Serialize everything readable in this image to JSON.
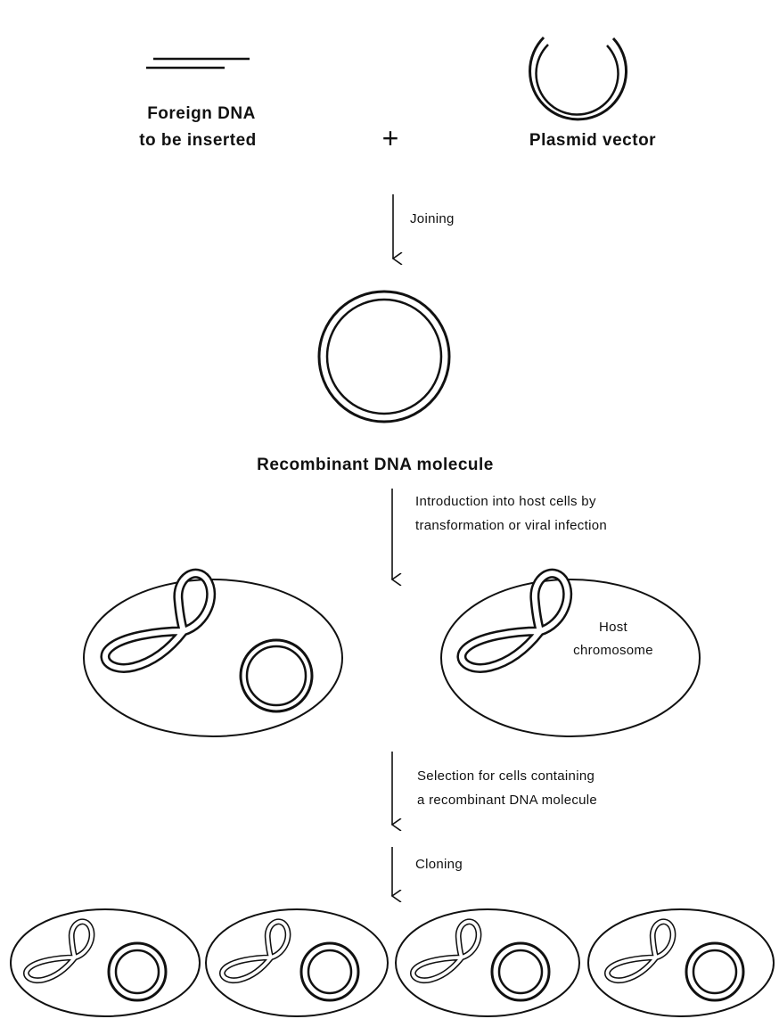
{
  "labels": {
    "foreign_dna_line1": "Foreign DNA",
    "foreign_dna_line2": "to be inserted",
    "plus": "+",
    "plasmid_vector": "Plasmid vector",
    "joining": "Joining",
    "recombinant_molecule": "Recombinant DNA molecule",
    "introduction_line1": "Introduction into host cells by",
    "introduction_line2": "transformation or viral infection",
    "host_line1": "Host",
    "host_line2": "chromosome",
    "selection_line1": "Selection for cells containing",
    "selection_line2": "a recombinant DNA molecule",
    "cloning": "Cloning"
  },
  "colors": {
    "ink": "#111111",
    "background": "#ffffff"
  }
}
